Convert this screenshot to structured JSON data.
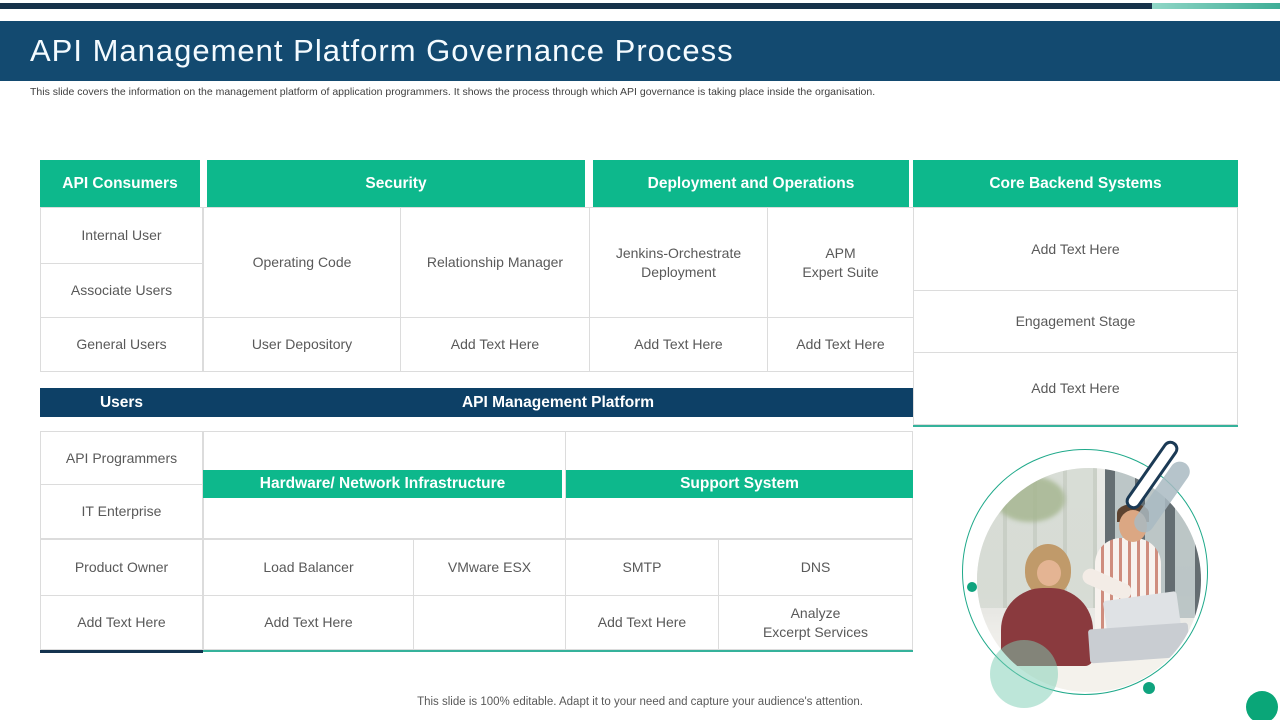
{
  "slide": {
    "title": "API Management Platform Governance Process",
    "subtitle": "This slide covers the information on the management platform of application programmers. It shows the process through which API governance is taking place inside the organisation.",
    "footer": "This slide is 100% editable. Adapt it to your need and capture your audience's attention."
  },
  "colors": {
    "navy": "#0d4066",
    "green": "#0db88c",
    "teal_accent": "#3fae97",
    "grid": "#dcdcdc",
    "cell_text": "#595959"
  },
  "table": {
    "headers": {
      "consumers": "API Consumers",
      "security": "Security",
      "deployment": "Deployment and Operations",
      "core": "Core Backend Systems"
    },
    "col_a": {
      "r1": "Internal User",
      "r2": "Associate Users",
      "r3": "General Users",
      "r5": "API Programmers",
      "r6": "IT Enterprise",
      "r7": "Product Owner",
      "r8": "Add Text Here"
    },
    "security": {
      "c1": "Operating Code",
      "c2": "Relationship Manager",
      "r3c1": "User Depository",
      "r3c2": "Add Text Here"
    },
    "deployment": {
      "c1": "Jenkins-Orchestrate\nDeployment",
      "c2": "APM\nExpert Suite",
      "r3c1": "Add Text Here",
      "r3c2": "Add Text Here"
    },
    "core": {
      "r1": "Add Text Here",
      "r2": "Engagement Stage",
      "r3": "Add Text Here"
    },
    "banner": {
      "users": "Users",
      "platform": "API Management Platform"
    },
    "infra": {
      "hardware": "Hardware/ Network Infrastructure",
      "support": "Support System",
      "load_balancer": "Load Balancer",
      "vmware": "VMware ESX",
      "smtp": "SMTP",
      "dns": "DNS",
      "at1": "Add Text Here",
      "at2": "Add Text Here",
      "analyze": "Analyze\nExcerpt Services"
    }
  }
}
